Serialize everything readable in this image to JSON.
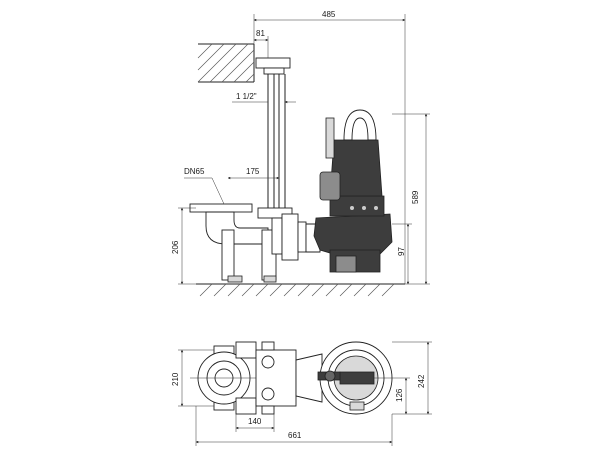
{
  "dimensions": {
    "overall_height_485": "485",
    "offset_81": "81",
    "pipe_thread": "1 1/2\"",
    "flange_dn": "DN65",
    "spacing_175": "175",
    "height_589": "589",
    "height_206": "206",
    "height_97": "97",
    "plan_210": "210",
    "plan_140": "140",
    "plan_126": "126",
    "plan_242": "242",
    "overall_length_661": "661"
  }
}
